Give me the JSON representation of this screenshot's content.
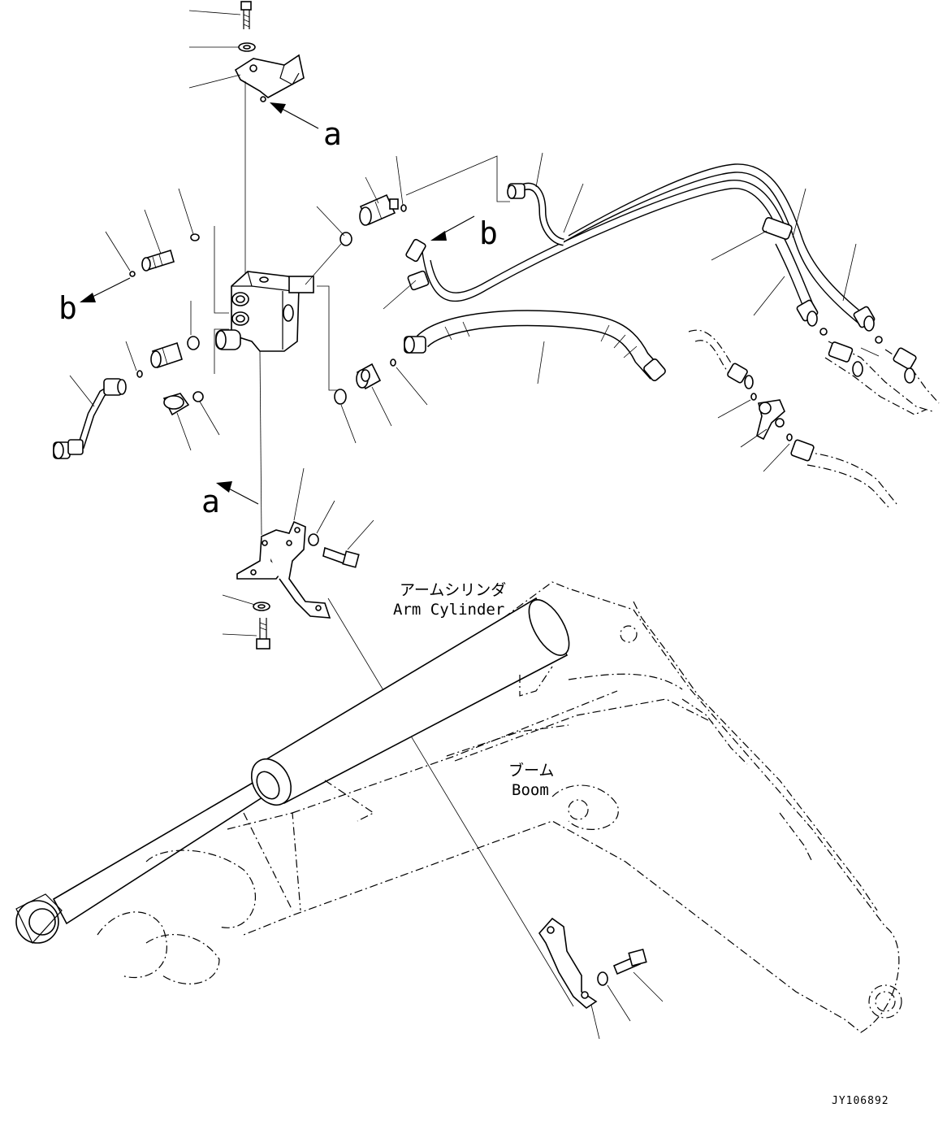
{
  "labels": {
    "arm_cylinder_jp": "アームシリンダ",
    "arm_cylinder_en": "Arm Cylinder",
    "boom_jp": "ブーム",
    "boom_en": "Boom",
    "view_a_top": "a",
    "view_a_bottom": "a",
    "view_b_left": "b",
    "view_b_right": "b"
  },
  "drawing_code": "JY106892"
}
